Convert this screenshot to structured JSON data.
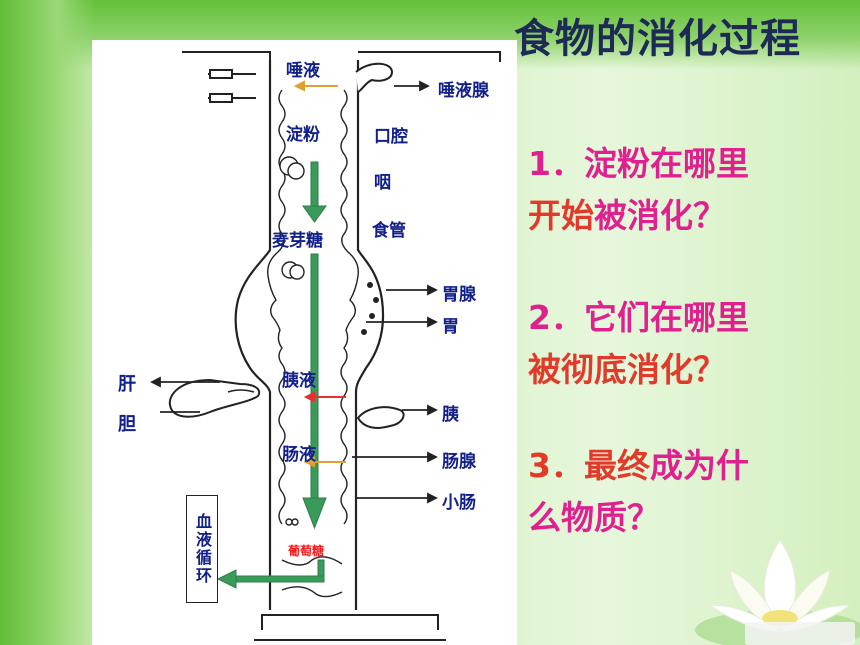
{
  "title": "食物的消化过程",
  "questions": [
    {
      "line1": "1．淀粉在哪里",
      "line2_red": "开始",
      "line2_rest": "被消化？"
    },
    {
      "line1": "2．它们在哪里",
      "line2_red": "被彻底",
      "line2_rest": "消化？"
    },
    {
      "line1": "3．最终",
      "line1_red": "成为什",
      "line2": "么物质？"
    }
  ],
  "diagram": {
    "inner_labels": {
      "tuoye": "唾液",
      "dianfen": "淀粉",
      "maiyatang": "麦芽糖",
      "yiye": "胰液",
      "changye": "肠液",
      "putaotang": "葡萄糖"
    },
    "organs": {
      "kouqiang": "口腔",
      "yan": "咽",
      "shiguan": "食管",
      "tuoyexian": "唾液腺",
      "weixian": "胃腺",
      "wei": "胃",
      "yi": "胰",
      "changxian": "肠腺",
      "xiaochang": "小肠",
      "gan": "肝",
      "dan": "胆"
    },
    "blood_circulation": "血液循环"
  },
  "colors": {
    "title": "#1d2a55",
    "question_magenta": "#e0208f",
    "question_red": "#e23a2a",
    "label_blue": "#11208a",
    "arrow_green": "#3a9a5a",
    "arrow_orange": "#e0a030",
    "arrow_red": "#e83030"
  }
}
